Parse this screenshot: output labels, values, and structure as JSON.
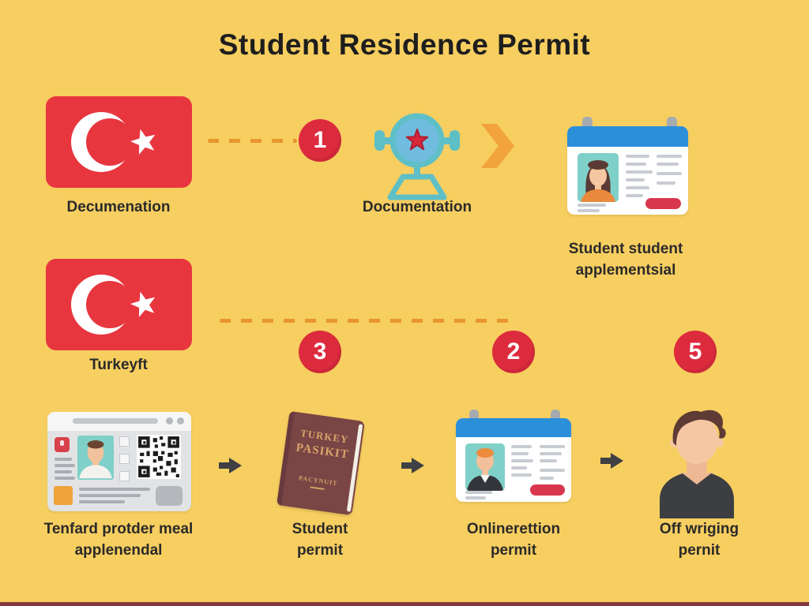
{
  "title": "Student Residence Permit",
  "colors": {
    "background": "#F7CE60",
    "flag_red": "#E8363F",
    "badge_red": "#DD2B3E",
    "dash_orange": "#E8962E",
    "chevron_orange": "#F2A33C",
    "machine_teal": "#5FBFC7",
    "machine_inner_blue": "#6FBCDF",
    "card_header_blue": "#2B8FD9",
    "photo_teal": "#7FD0C8",
    "pill_red": "#D9374E",
    "passport_brown": "#7A4545",
    "passport_gold": "#D8A368",
    "arrow_dark": "#3E4043",
    "bottom_bar_maroon": "#83383B",
    "text_dark": "#2A2A2A"
  },
  "steps": {
    "step1": "1",
    "step3": "3",
    "step2": "2",
    "step5": "5"
  },
  "top_row": {
    "flag_label": "Decumenation",
    "machine_label": "Documentation",
    "card_caption_line1": "Student student",
    "card_caption_line2": "applementsial"
  },
  "middle_row": {
    "flag_label": "Turkeyft"
  },
  "bottom_row": {
    "items": [
      {
        "line1": "Tenfard protder meal",
        "line2": "applenendal"
      },
      {
        "line1": "Student",
        "line2": "permit"
      },
      {
        "line1": "Onlinerettion",
        "line2": "permit"
      },
      {
        "line1": "Off wriging",
        "line2": "pernit"
      }
    ]
  },
  "passport": {
    "line1": "TURKEY",
    "line2": "PASIKIT",
    "line3": "PACYNUIT"
  }
}
